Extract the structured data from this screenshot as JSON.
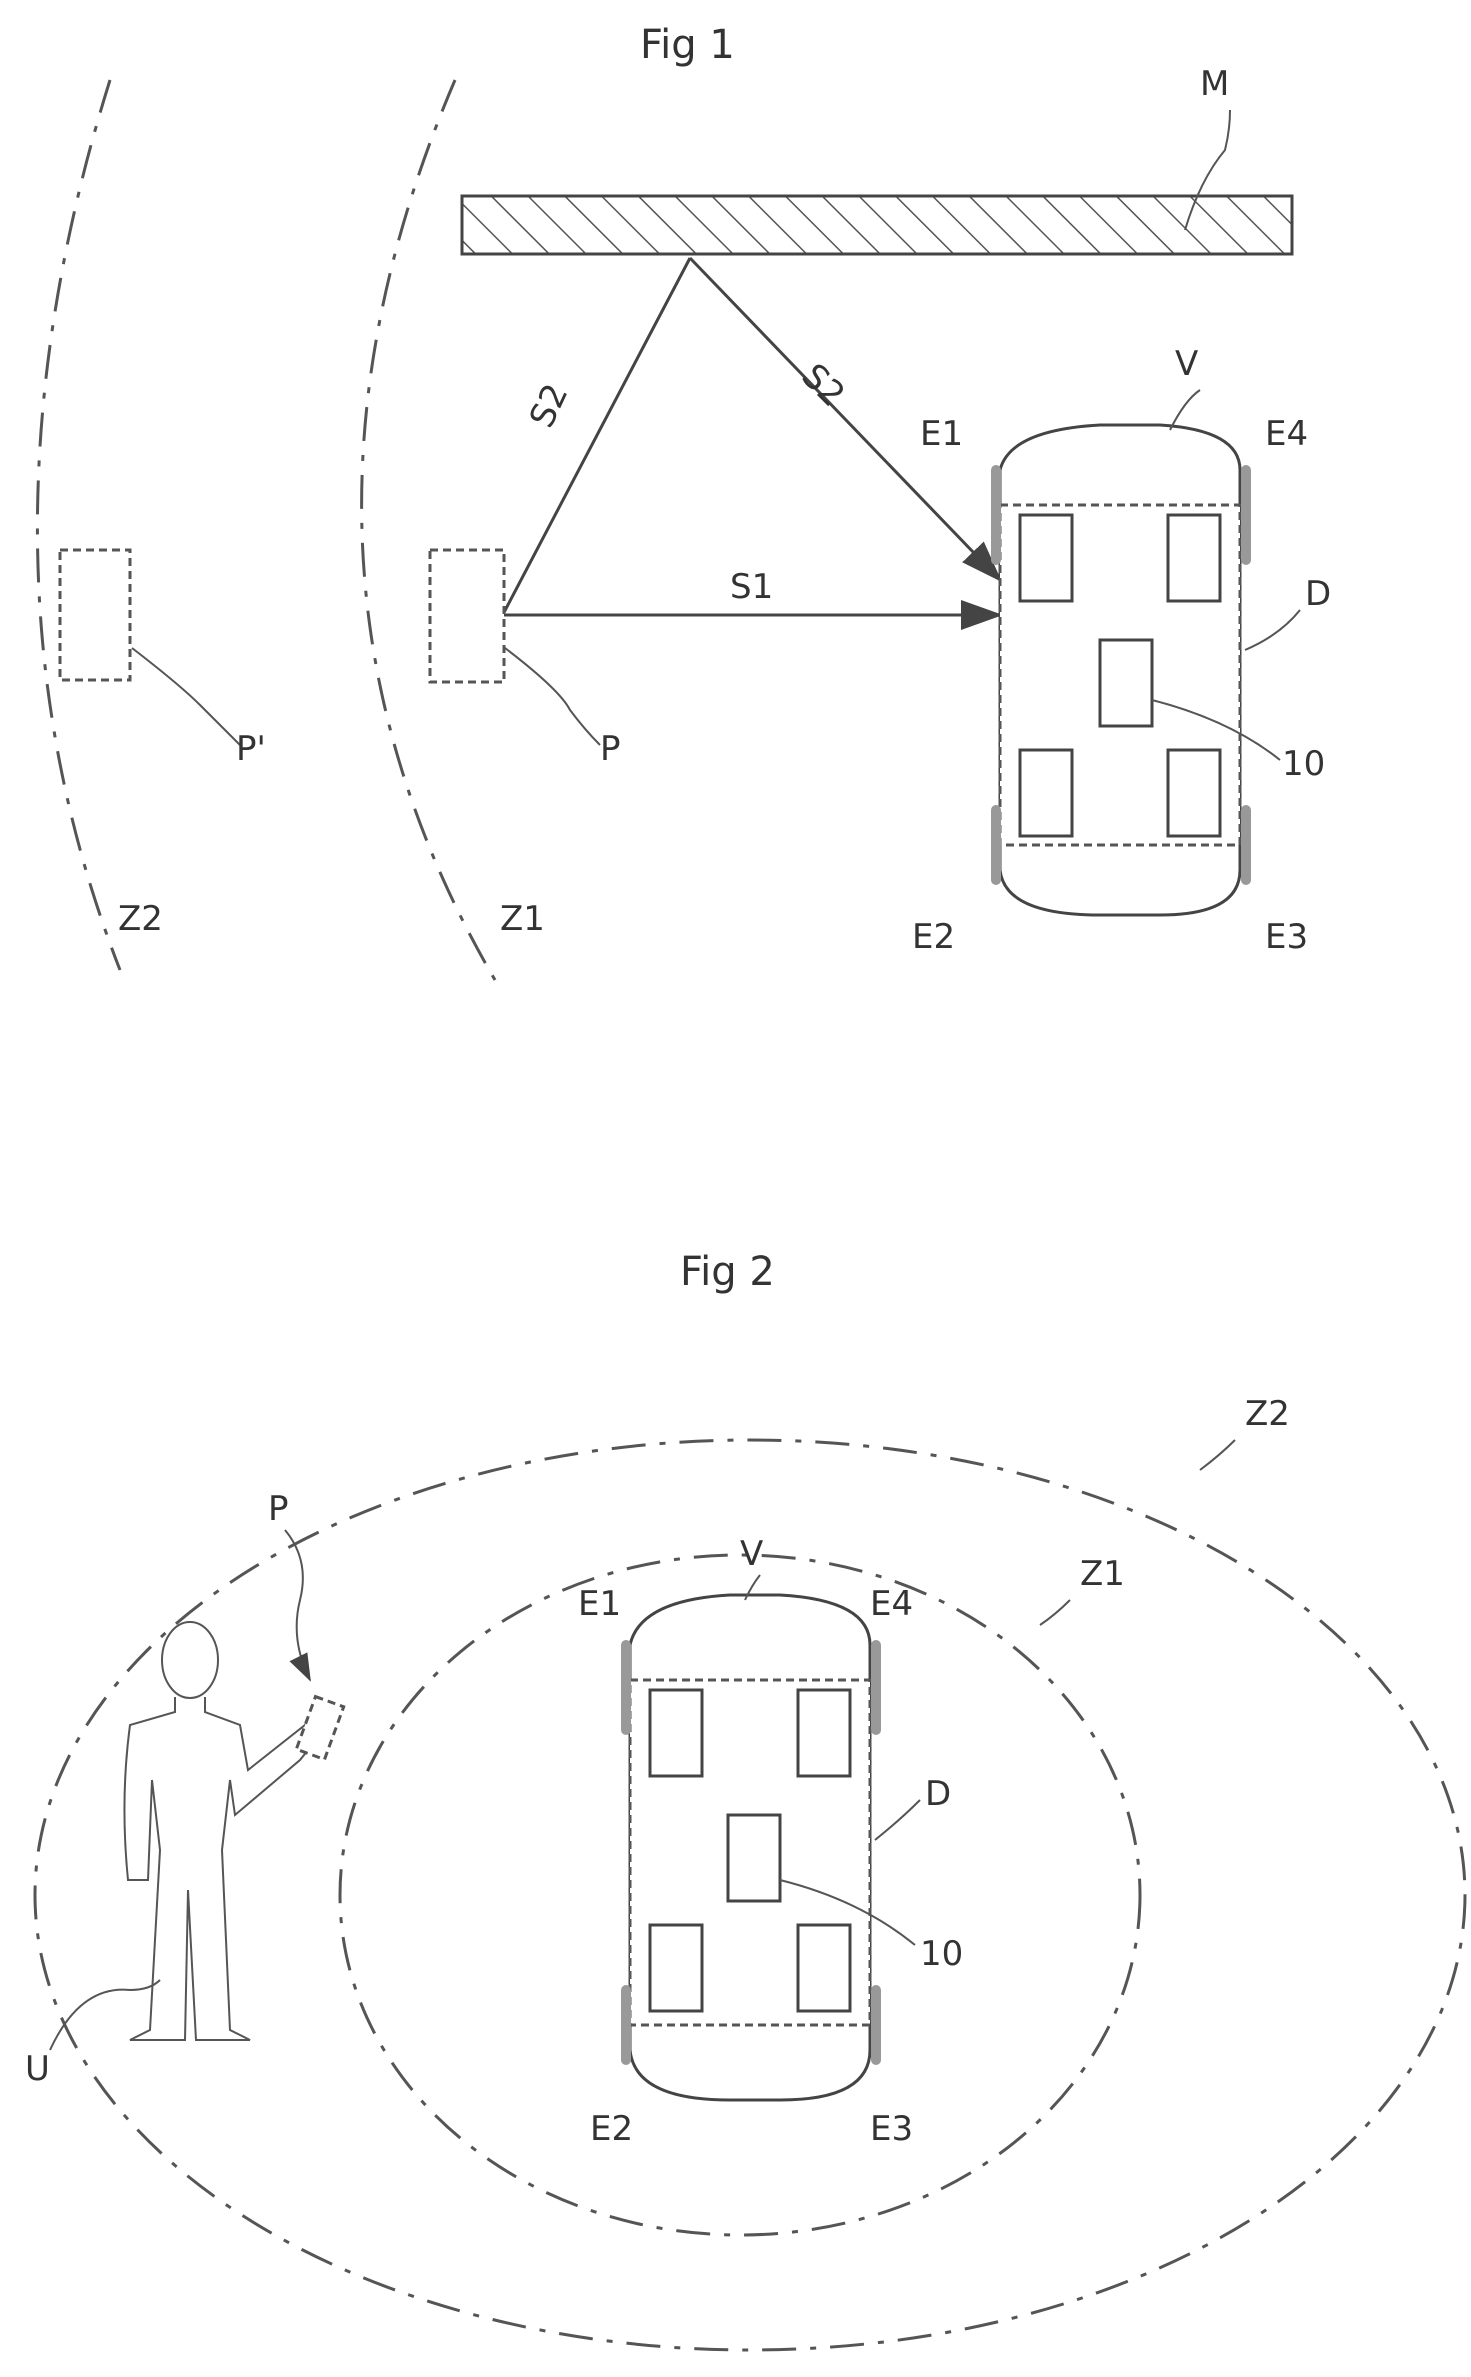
{
  "figure1": {
    "title": "Fig 1",
    "labels": {
      "M": "M",
      "V": "V",
      "E1": "E1",
      "E2": "E2",
      "E3": "E3",
      "E4": "E4",
      "D": "D",
      "device": "10",
      "S1": "S1",
      "S2": "S2",
      "S2_wall": "S2",
      "P": "P",
      "P_prime": "P'",
      "Z1": "Z1",
      "Z2": "Z2"
    }
  },
  "figure2": {
    "title": "Fig 2",
    "labels": {
      "P": "P",
      "V": "V",
      "E1": "E1",
      "E4": "E4",
      "E2": "E2",
      "E3": "E3",
      "D": "D",
      "device": "10",
      "U": "U",
      "Z1": "Z1",
      "Z2": "Z2"
    }
  }
}
